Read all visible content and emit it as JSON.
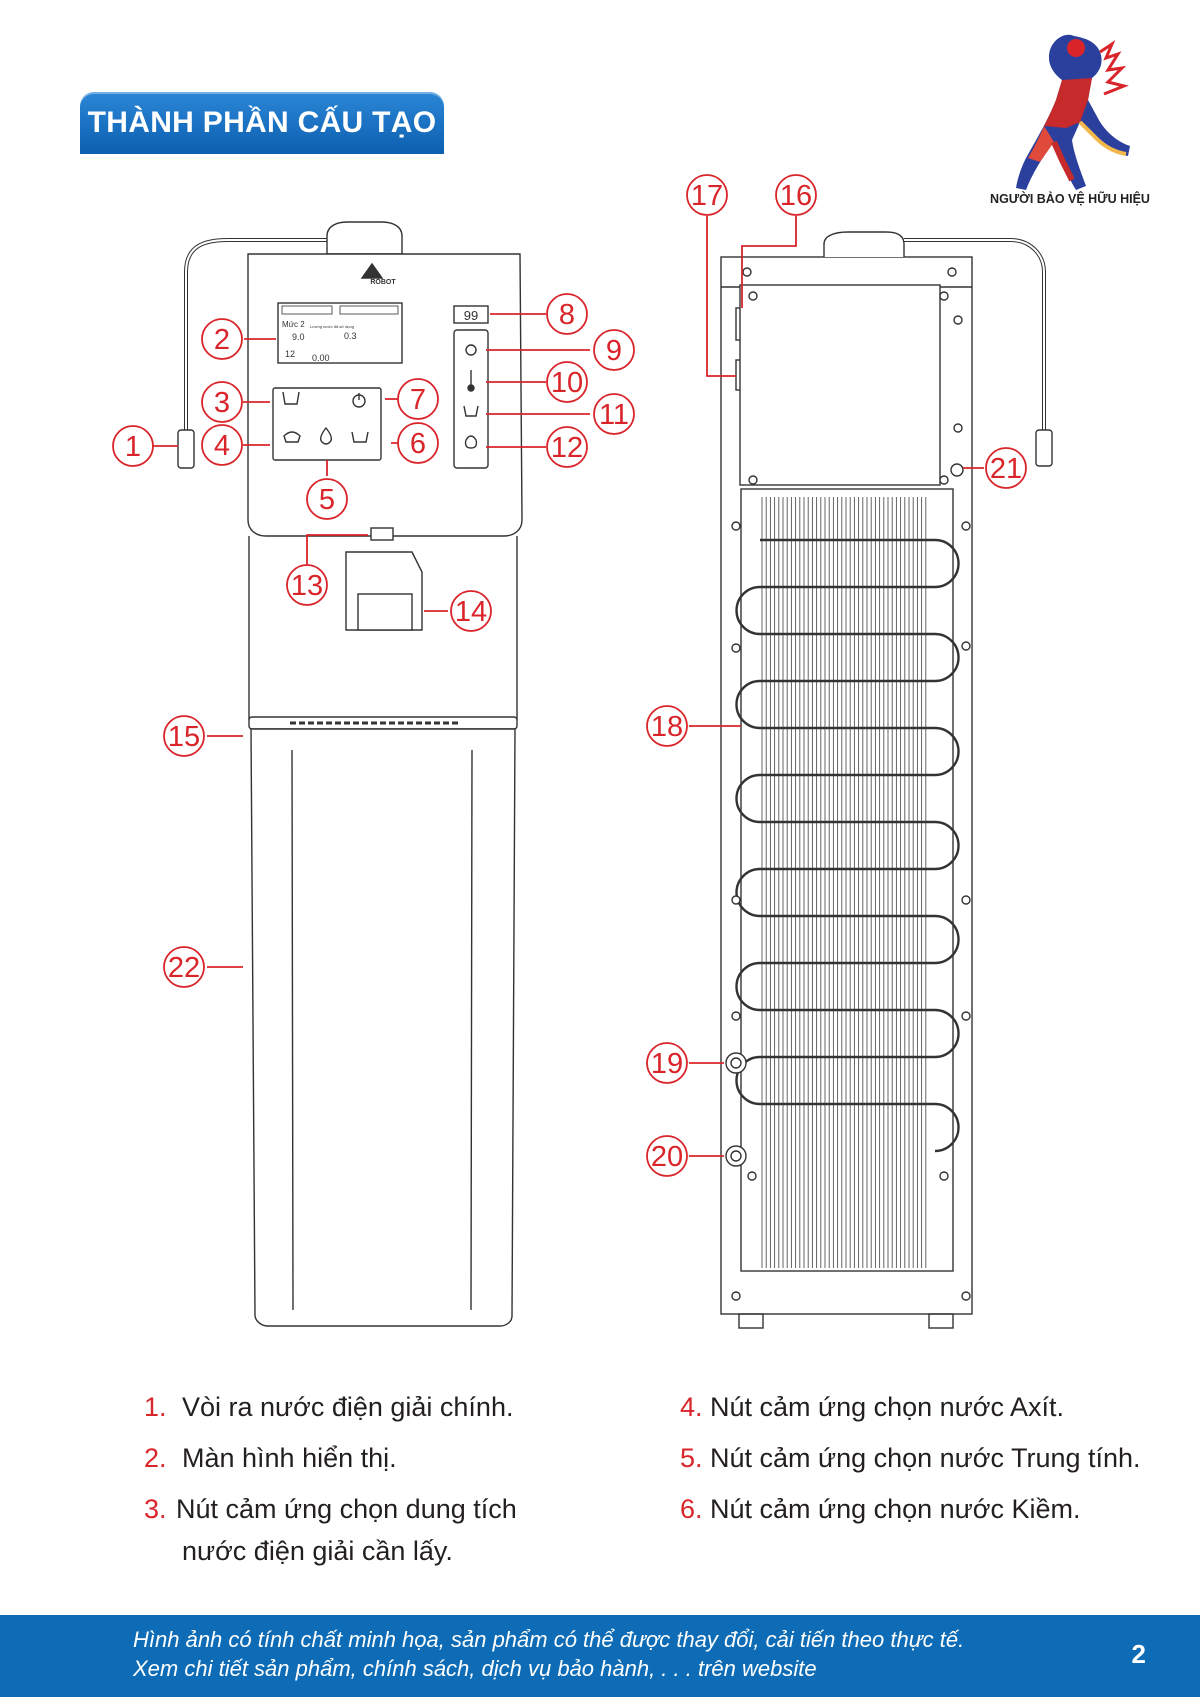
{
  "header": {
    "title": "THÀNH PHẦN CẤU TẠO",
    "tagline": "NGƯỜI BẢO VỆ HỮU HIỆU"
  },
  "diagram": {
    "front_brand": "ROBOT",
    "screen": {
      "row1": "Mức  2",
      "row2": "9.0",
      "row3": "Lượng nước đã sử dụng",
      "row4": "0.3",
      "row5": "12",
      "row6": "0.00",
      "display_8": "99"
    },
    "callouts": [
      "1",
      "2",
      "3",
      "4",
      "5",
      "6",
      "7",
      "8",
      "9",
      "10",
      "11",
      "12",
      "13",
      "14",
      "15",
      "16",
      "17",
      "18",
      "19",
      "20",
      "21",
      "22"
    ]
  },
  "legend": {
    "left": [
      {
        "num": "1.",
        "text": "Vòi ra nước điện giải chính."
      },
      {
        "num": "2.",
        "text": "Màn hình hiển thị."
      },
      {
        "num": "3.",
        "text": "Nút  cảm  ứng  chọn  dung  tích",
        "text2": "nước điện giải cần lấy."
      }
    ],
    "right": [
      {
        "num": "4.",
        "text": "Nút cảm ứng chọn nước Axít."
      },
      {
        "num": "5.",
        "text": "Nút cảm ứng chọn nước Trung tính."
      },
      {
        "num": "6.",
        "text": "Nút cảm ứng chọn nước Kiềm."
      }
    ]
  },
  "footer": {
    "line1": "Hình ảnh có tính chất minh họa, sản phẩm có thể được thay đổi, cải tiến theo thực tế.",
    "line2": "Xem chi tiết sản phẩm, chính sách, dịch vụ bảo hành, . . . trên website",
    "page": "2"
  },
  "colors": {
    "accent": "#d9242a",
    "banner": "#1673c6",
    "footer": "#0d6cb5"
  }
}
